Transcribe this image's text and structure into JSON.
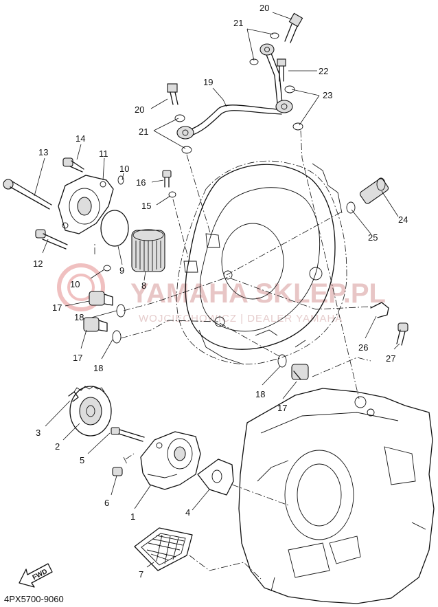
{
  "watermark": {
    "brand": "YAMAHA SKLEP.PL",
    "subline": "WOJCIECHOWICZ | DEALER YAMAHA"
  },
  "diagram_code": "4PX5700-9060",
  "fwd_label": "FWD",
  "callouts": [
    {
      "id": "c20a",
      "text": "20"
    },
    {
      "id": "c21a",
      "text": "21"
    },
    {
      "id": "c22",
      "text": "22"
    },
    {
      "id": "c19",
      "text": "19"
    },
    {
      "id": "c23",
      "text": "23"
    },
    {
      "id": "c20b",
      "text": "20"
    },
    {
      "id": "c21b",
      "text": "21"
    },
    {
      "id": "c14",
      "text": "14"
    },
    {
      "id": "c13",
      "text": "13"
    },
    {
      "id": "c11",
      "text": "11"
    },
    {
      "id": "c10a",
      "text": "10"
    },
    {
      "id": "c16",
      "text": "16"
    },
    {
      "id": "c15",
      "text": "15"
    },
    {
      "id": "c24",
      "text": "24"
    },
    {
      "id": "c25",
      "text": "25"
    },
    {
      "id": "c12",
      "text": "12"
    },
    {
      "id": "c9",
      "text": "9"
    },
    {
      "id": "c8",
      "text": "8"
    },
    {
      "id": "c10b",
      "text": "10"
    },
    {
      "id": "c17a",
      "text": "17"
    },
    {
      "id": "c18a",
      "text": "18"
    },
    {
      "id": "c17b",
      "text": "17"
    },
    {
      "id": "c18b",
      "text": "18"
    },
    {
      "id": "c26",
      "text": "26"
    },
    {
      "id": "c27",
      "text": "27"
    },
    {
      "id": "c18c",
      "text": "18"
    },
    {
      "id": "c17c",
      "text": "17"
    },
    {
      "id": "c3",
      "text": "3"
    },
    {
      "id": "c2",
      "text": "2"
    },
    {
      "id": "c5",
      "text": "5"
    },
    {
      "id": "c6",
      "text": "6"
    },
    {
      "id": "c1",
      "text": "1"
    },
    {
      "id": "c4",
      "text": "4"
    },
    {
      "id": "c7",
      "text": "7"
    }
  ]
}
